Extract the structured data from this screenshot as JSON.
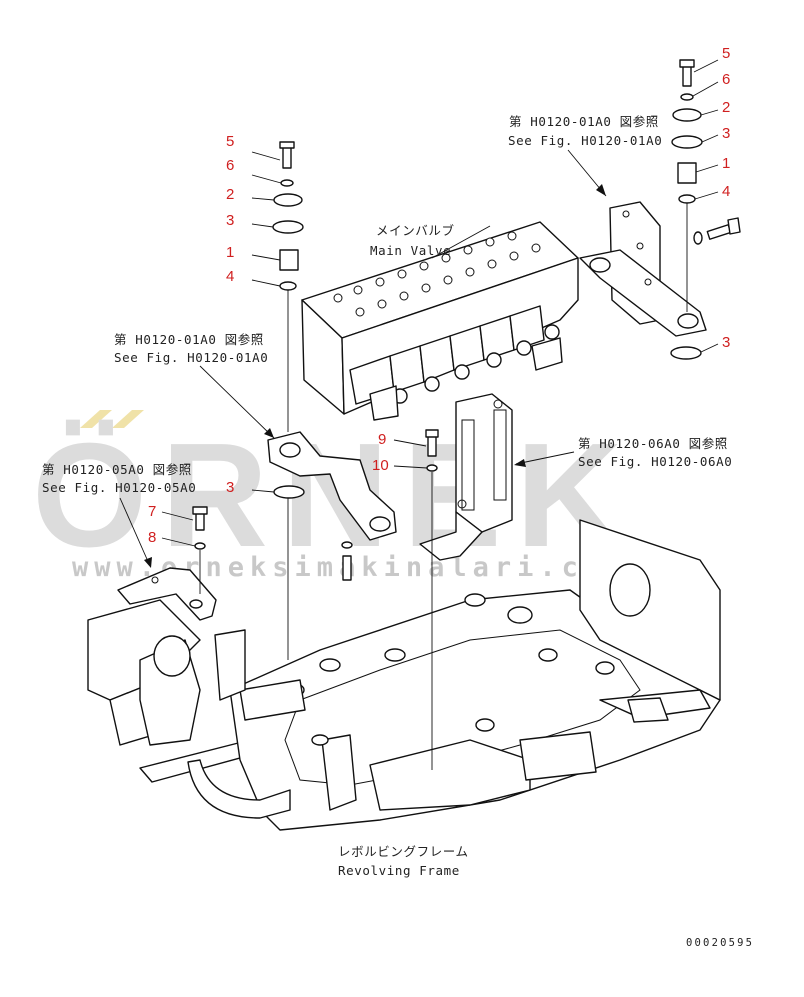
{
  "labels": {
    "main_valve_jp": "メインバルブ",
    "main_valve_en": "Main Valve",
    "frame_jp": "レボルビングフレーム",
    "frame_en": "Revolving Frame",
    "ref_01a0_top_jp": "第 H0120-01A0 図参照",
    "ref_01a0_top_en": "See Fig. H0120-01A0",
    "ref_01a0_left_jp": "第 H0120-01A0 図参照",
    "ref_01a0_left_en": "See Fig. H0120-01A0",
    "ref_06a0_jp": "第 H0120-06A0 図参照",
    "ref_06a0_en": "See Fig. H0120-06A0",
    "ref_05a0_jp": "第 H0120-05A0 図参照",
    "ref_05a0_en": "See Fig. H0120-05A0",
    "drawing_number": "00020595"
  },
  "watermark": {
    "brand": "ÖRNEK",
    "url": "www.orneksimakinalari.com.tr",
    "accent_color": "#f0e2a8"
  },
  "callouts": {
    "left_stack": [
      "5",
      "6",
      "2",
      "3",
      "1",
      "4"
    ],
    "right_stack": [
      "5",
      "6",
      "2",
      "3",
      "1",
      "4"
    ],
    "right_bottom": "3",
    "left_bracket_washer": "3",
    "bolt_9": "9",
    "washer_10": "10",
    "bolt_7": "7",
    "washer_8": "8"
  },
  "colors": {
    "callout": "#d02020",
    "line": "#111111",
    "watermark": "#dcdcdc"
  }
}
